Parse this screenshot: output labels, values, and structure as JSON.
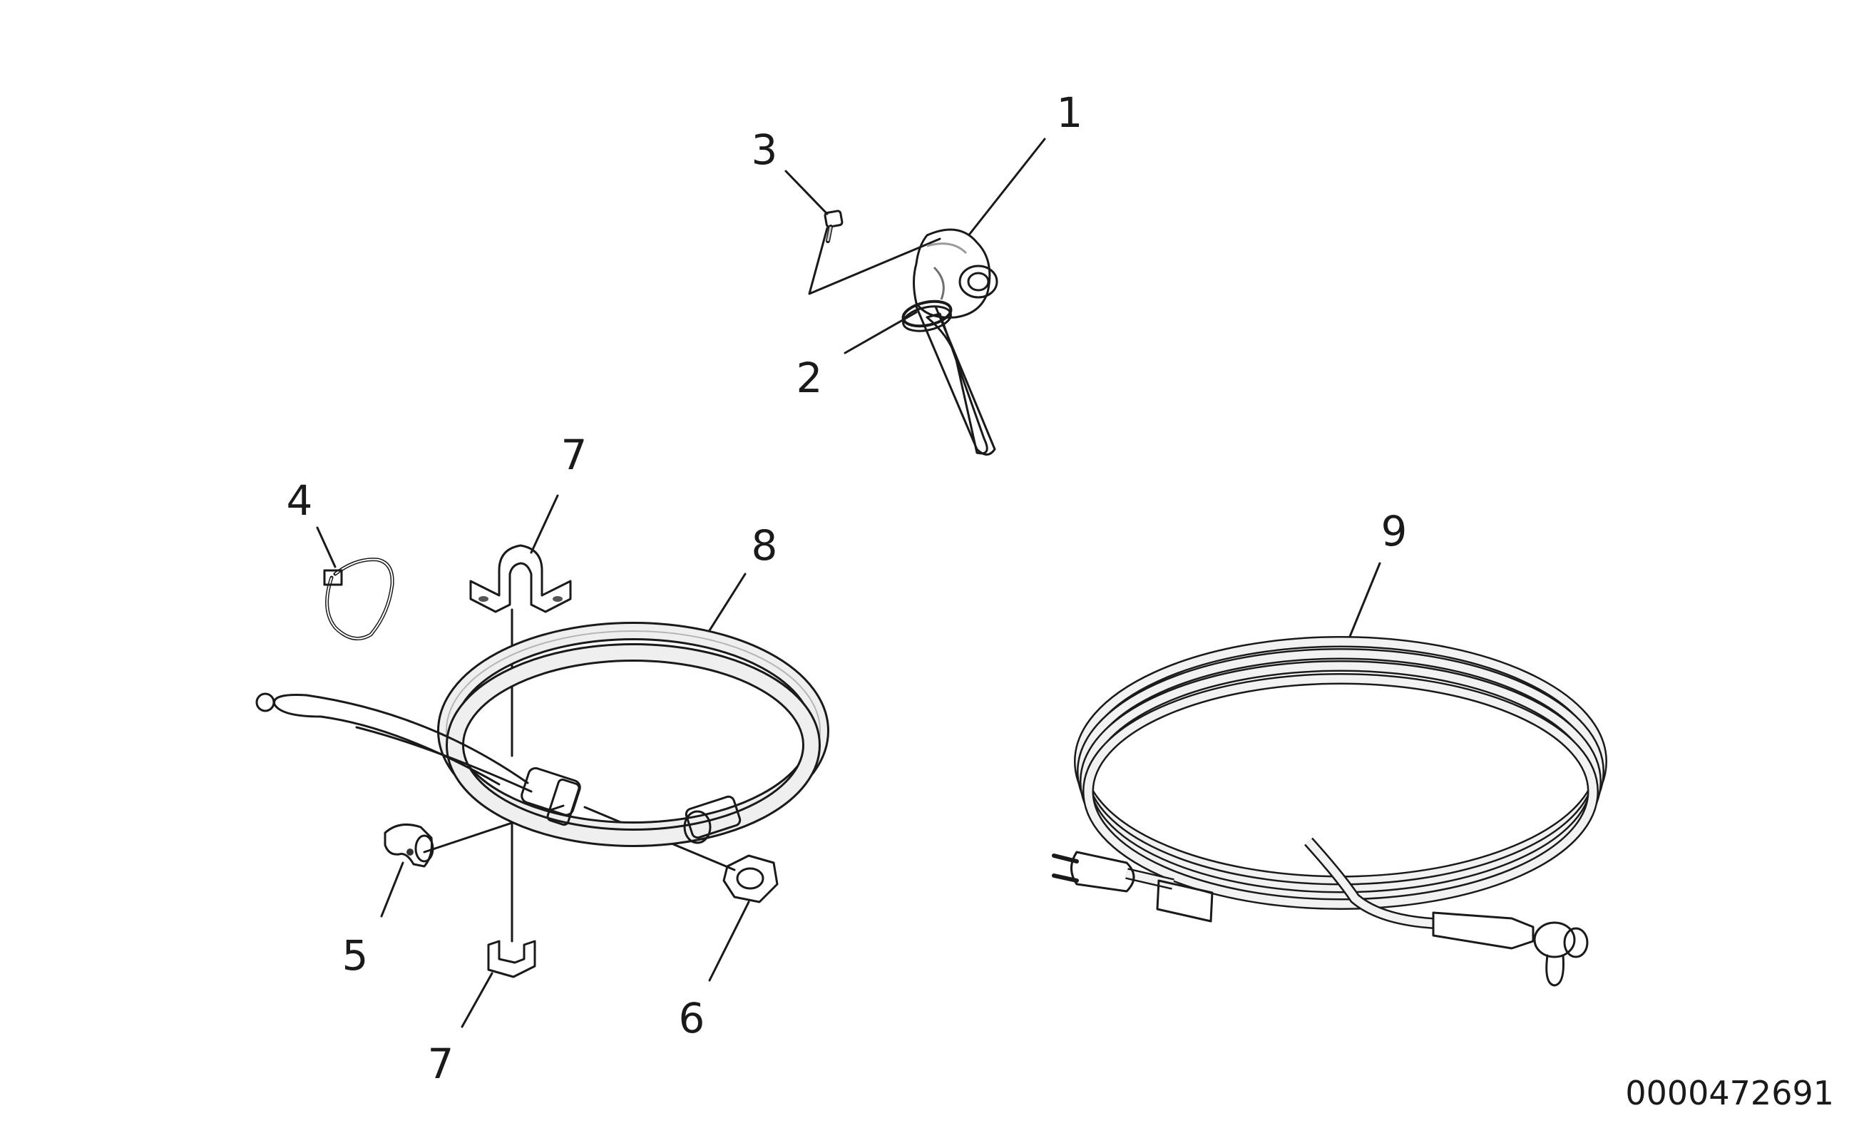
{
  "figure": {
    "document_number": "0000472691",
    "callouts": [
      {
        "id": "callout-1",
        "text": "1"
      },
      {
        "id": "callout-2",
        "text": "2"
      },
      {
        "id": "callout-3",
        "text": "3"
      },
      {
        "id": "callout-4",
        "text": "4"
      },
      {
        "id": "callout-5",
        "text": "5"
      },
      {
        "id": "callout-6",
        "text": "6"
      },
      {
        "id": "callout-7a",
        "text": "7"
      },
      {
        "id": "callout-7b",
        "text": "7"
      },
      {
        "id": "callout-8",
        "text": "8"
      },
      {
        "id": "callout-9",
        "text": "9"
      }
    ],
    "parts": [
      {
        "callout": "1",
        "icon": "heater-element-icon"
      },
      {
        "callout": "2",
        "icon": "sealing-ring-icon"
      },
      {
        "callout": "3",
        "icon": "screw-icon"
      },
      {
        "callout": "4",
        "icon": "cable-tie-icon"
      },
      {
        "callout": "5",
        "icon": "cable-grommet-icon"
      },
      {
        "callout": "6",
        "icon": "hex-nut-icon"
      },
      {
        "callout": "7",
        "icon": "cable-clamp-icon"
      },
      {
        "callout": "8",
        "icon": "heater-cable-icon"
      },
      {
        "callout": "9",
        "icon": "power-cord-icon"
      }
    ]
  }
}
